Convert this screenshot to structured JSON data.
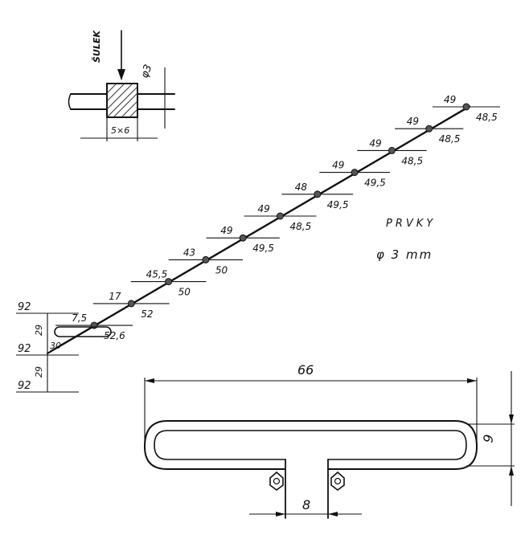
{
  "detail": {
    "label_vertical": "ŠULEK",
    "diameter_label": "φ3",
    "width_label": "5×6"
  },
  "antenna": {
    "elements": [
      {
        "upper": "92",
        "lower": "29",
        "mid": "30"
      },
      {
        "upper": "29",
        "lower": "92"
      },
      {
        "upper": "92",
        "lower": ""
      }
    ],
    "director_upper": [
      "7,5",
      "17",
      "45,5",
      "43",
      "49",
      "49",
      "48",
      "49",
      "49",
      "49",
      "49"
    ],
    "director_lower": [
      "52,6",
      "52",
      "50",
      "50",
      "49,5",
      "48,5",
      "49,5",
      "49,5",
      "48,5",
      "48,5",
      "48,5"
    ]
  },
  "note": {
    "title": "PRVKY",
    "diameter": "φ 3 mm"
  },
  "dipole": {
    "length": "66",
    "height": "9",
    "gap": "8"
  },
  "colors": {
    "ink": "#111111",
    "hatch": "#333333"
  }
}
